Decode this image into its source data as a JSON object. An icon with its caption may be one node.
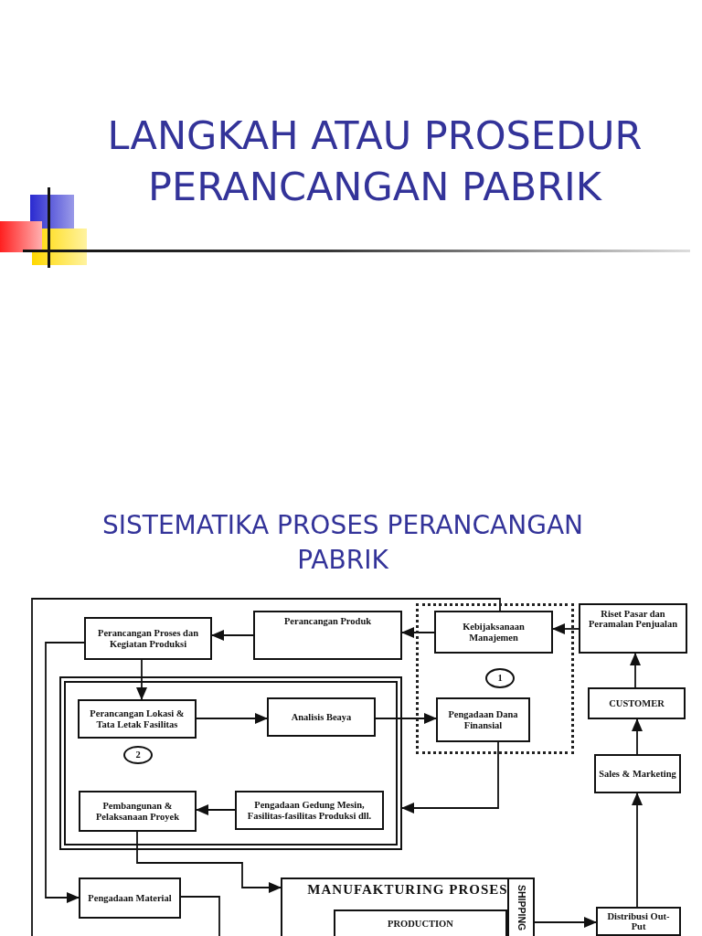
{
  "diagram": {
    "title": "LANGKAH ATAU PROSEDUR PERANCANGAN PABRIK",
    "nodes": [
      {
        "text": [
          "Perancangan Proses dan Kegiatan Produksi"
        ]
      },
      {
        "text": [
          "Perancangan Produk"
        ]
      },
      {
        "text": [],
        "shape": "box"
      },
      {
        "text": [
          "Kebijaksanaan Manajemen"
        ],
        "in": 2
      },
      {
        "text": [
          "1"
        ],
        "in": 2
      },
      {
        "text": [
          "Pengadaan Dana Finansial"
        ],
        "in": 2
      },
      {
        "text": [
          "Riset Pasar dan Peramalan Penjualan"
        ]
      },
      {
        "text": [
          "CUSTOMER"
        ]
      },
      {
        "text": [
          "Sales & Marketing"
        ]
      },
      {
        "text": [],
        "shape": "box"
      },
      {
        "text": [
          "Perancangan Lokasi & Tata Letak Fasilitas"
        ],
        "in": 9
      },
      {
        "text": [
          "2"
        ],
        "in": 9
      },
      {
        "text": [
          "Analisis Beaya"
        ],
        "in": 9
      },
      {
        "text": [
          "Pembangunan & Pelaksanaan Proyek"
        ],
        "in": 9
      },
      {
        "text": [
          "Pengadaan Gedung Mesin, Fasilitas-fasilitas Produksi dll."
        ],
        "in": 9
      },
      {
        "text": [
          "Pengadaan Material"
        ]
      },
      {
        "text": [
          "MANUFAKTURING PROSES"
        ]
      },
      {
        "text": [
          "PRODUCTION"
        ],
        "in": 16
      },
      {
        "text": [
          "SHIPPING"
        ],
        "in": 16
      },
      {
        "text": [
          "Distribusi Out-Put"
        ]
      }
    ],
    "edges": [
      {
        "from": 1,
        "to": 0,
        "arrow": "to"
      },
      {
        "from": 3,
        "to": 1,
        "arrow": "to"
      },
      {
        "from": 6,
        "to": 3,
        "arrow": "to"
      },
      {
        "from": 7,
        "to": 6,
        "arrow": "to"
      },
      {
        "from": 8,
        "to": 7,
        "arrow": "to"
      },
      {
        "from": 19,
        "to": 8,
        "arrow": "to"
      },
      {
        "from": 0,
        "to": 10,
        "arrow": "to"
      },
      {
        "from": 10,
        "to": 12,
        "arrow": "to"
      },
      {
        "from": 12,
        "to": 5,
        "arrow": "to"
      },
      {
        "from": 5,
        "to": 9,
        "arrow": "to"
      },
      {
        "from": 14,
        "to": 13,
        "arrow": "to"
      },
      {
        "from": 13,
        "to": 16,
        "arrow": "to"
      },
      {
        "from": 0,
        "to": 15,
        "arrow": "to"
      },
      {
        "from": 15,
        "to": null,
        "arrow": "none"
      },
      {
        "from": null,
        "to": 3,
        "arrow": "none"
      },
      {
        "from": 18,
        "to": 19,
        "arrow": "to"
      }
    ],
    "labels": [
      "SISTEMATIKA PROSES PERANCANGAN PABRIK"
    ]
  }
}
